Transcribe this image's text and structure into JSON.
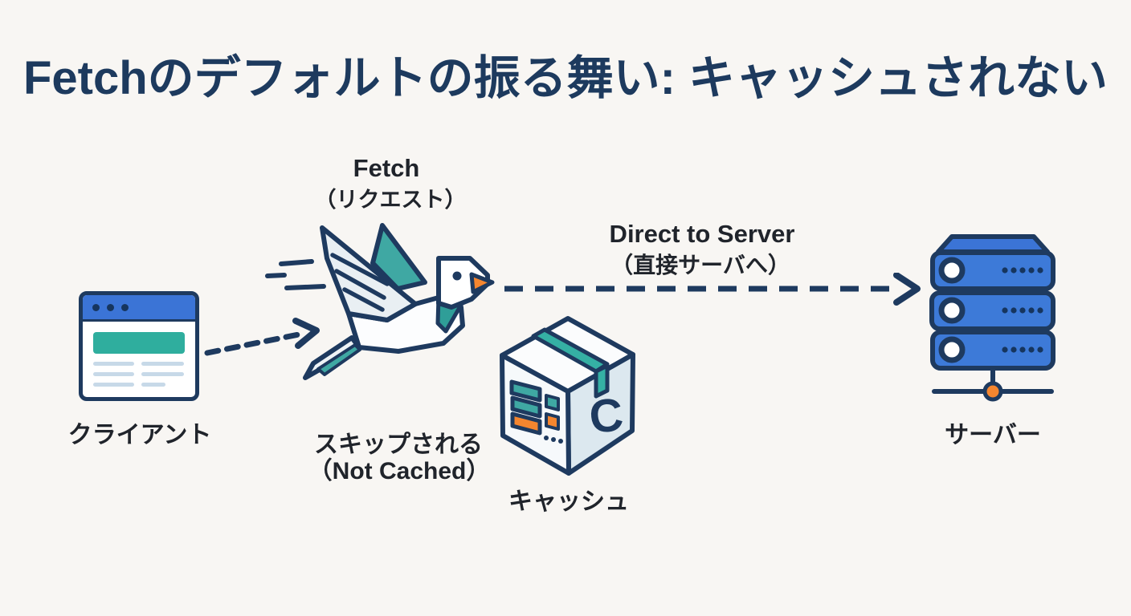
{
  "title": "Fetchのデフォルトの振る舞い: キャッシュされない",
  "client": {
    "label": "クライアント"
  },
  "fetch_bird": {
    "label_line1": "Fetch",
    "label_line2": "（リクエスト）"
  },
  "direct_arrow": {
    "label_line1": "Direct to Server",
    "label_line2": "（直接サーバへ）"
  },
  "cache": {
    "label": "キャッシュ",
    "skip_line1": "スキップされる",
    "skip_line2": "（Not Cached）",
    "box_letter": "C"
  },
  "server": {
    "label": "サーバー"
  },
  "icons": {
    "client": "browser-window-icon",
    "fetch": "flying-bird-icon",
    "cache": "cardboard-box-icon",
    "server": "server-stack-icon"
  },
  "colors": {
    "background": "#f8f6f3",
    "outline_navy": "#1e3a5f",
    "title_navy": "#1d3a5e",
    "blue": "#3b74d6",
    "teal": "#2fae9e",
    "teal_wing": "#3fa8a3",
    "orange": "#f5862f",
    "label_text": "#20242b",
    "skeleton_line": "#c7d9e8",
    "panel_light": "#dce8ef"
  }
}
